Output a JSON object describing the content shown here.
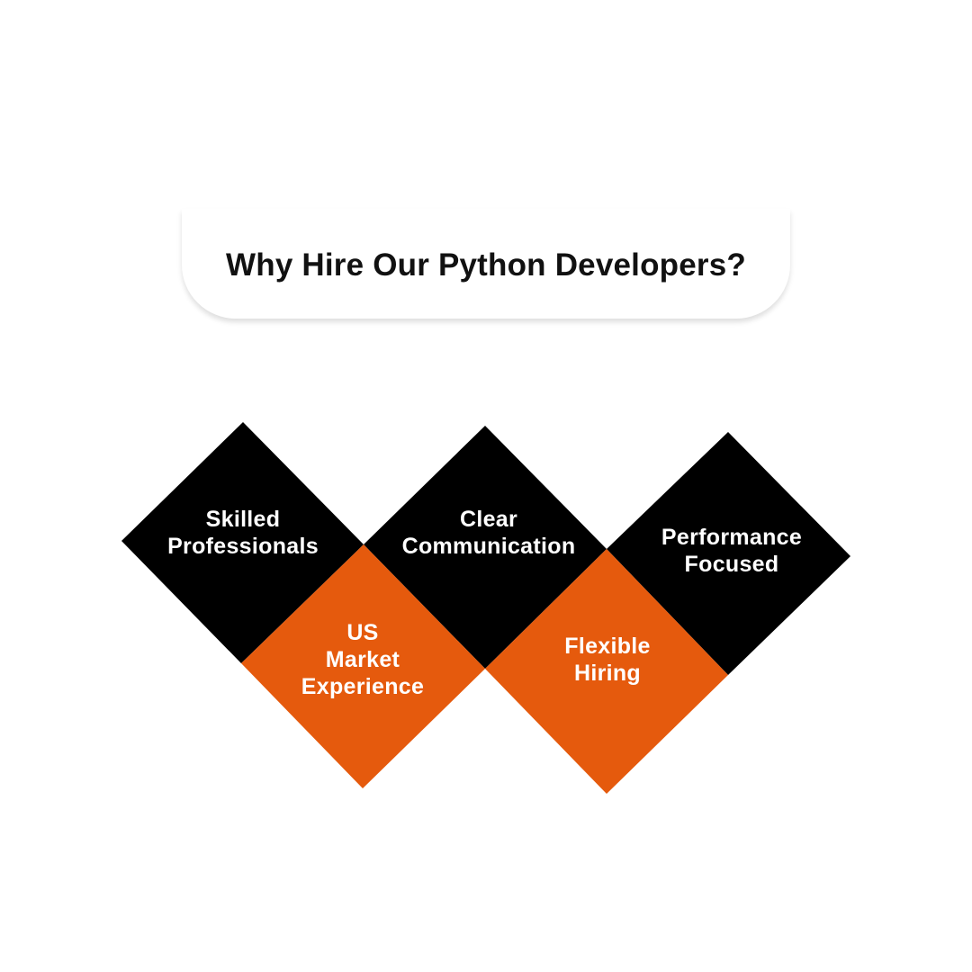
{
  "title": "Why Hire Our Python Developers?",
  "colors": {
    "dark": "#000000",
    "accent": "#E55A0D",
    "text": "#FFFFFF"
  },
  "items": [
    {
      "lines": [
        "Skilled",
        "Professionals"
      ],
      "color": "dark"
    },
    {
      "lines": [
        "US",
        "Market",
        "Experience"
      ],
      "color": "accent"
    },
    {
      "lines": [
        "Clear",
        "Communication"
      ],
      "color": "dark"
    },
    {
      "lines": [
        "Flexible",
        "Hiring"
      ],
      "color": "accent"
    },
    {
      "lines": [
        "Performance",
        "Focused"
      ],
      "color": "dark"
    }
  ]
}
